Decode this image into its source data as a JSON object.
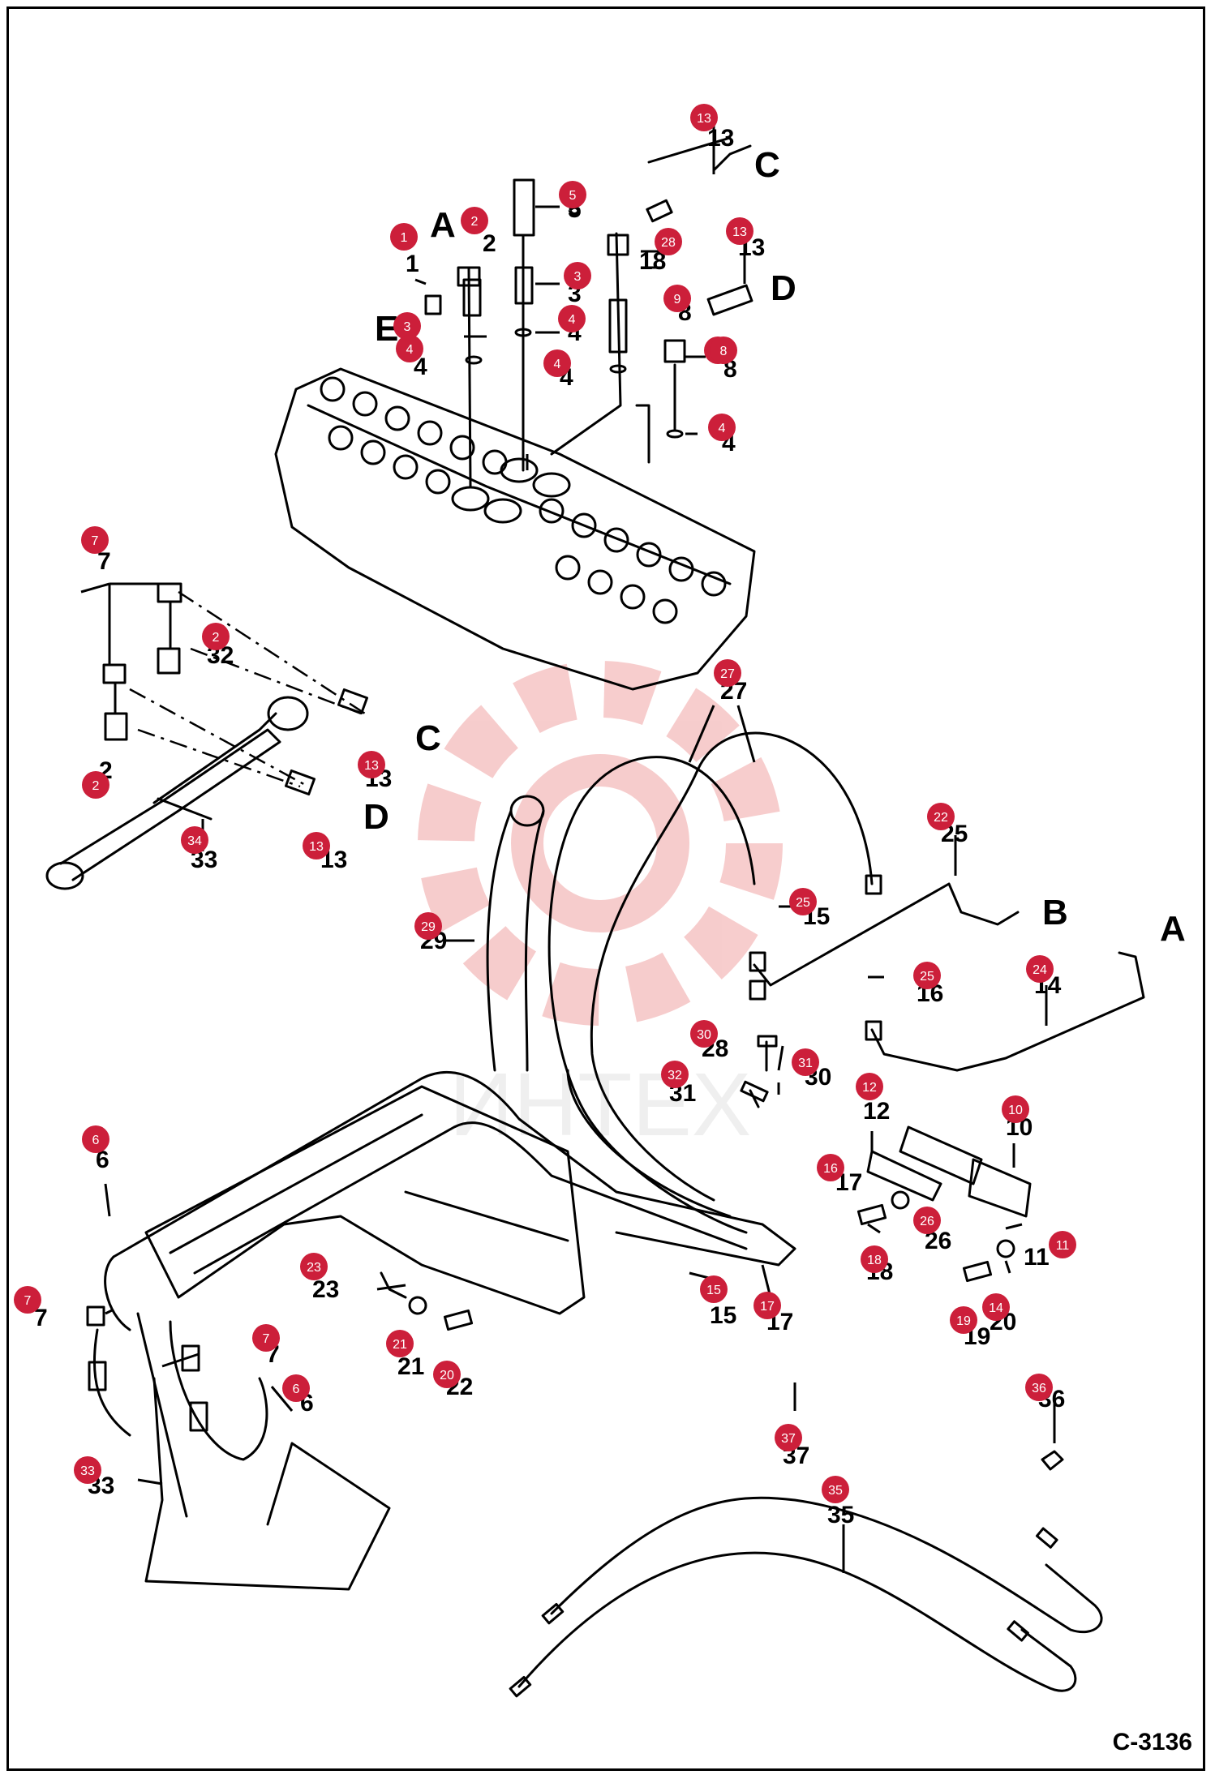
{
  "drawing_number": "C-3136",
  "watermark": {
    "text": "ИНТЕХ",
    "color": "#e87070"
  },
  "colors": {
    "callout": "#cc1f3a",
    "line": "#000000"
  },
  "connection_labels": [
    "A",
    "B",
    "C",
    "D",
    "E"
  ],
  "callouts": [
    {
      "id": "c1",
      "number": "1"
    },
    {
      "id": "c2",
      "number": "2"
    },
    {
      "id": "c3",
      "number": "3"
    },
    {
      "id": "c3b",
      "number": "3"
    },
    {
      "id": "c4",
      "number": "4"
    },
    {
      "id": "c4b",
      "number": "4"
    },
    {
      "id": "c4c",
      "number": "4"
    },
    {
      "id": "c4d",
      "number": "4"
    },
    {
      "id": "c5",
      "number": "5"
    },
    {
      "id": "c6",
      "number": "6"
    },
    {
      "id": "c6b",
      "number": "6"
    },
    {
      "id": "c7",
      "number": "7"
    },
    {
      "id": "c7b",
      "number": "7"
    },
    {
      "id": "c7c",
      "number": "7"
    },
    {
      "id": "c8",
      "number": "8"
    },
    {
      "id": "c9",
      "number": "9"
    },
    {
      "id": "c10",
      "number": "10"
    },
    {
      "id": "c11",
      "number": "11"
    },
    {
      "id": "c12",
      "number": "12"
    },
    {
      "id": "c13",
      "number": "13"
    },
    {
      "id": "c13b",
      "number": "13"
    },
    {
      "id": "c13c",
      "number": "13"
    },
    {
      "id": "c13d",
      "number": "13"
    },
    {
      "id": "c14",
      "number": "14"
    },
    {
      "id": "c15",
      "number": "15"
    },
    {
      "id": "c16",
      "number": "16"
    },
    {
      "id": "c17",
      "number": "17"
    },
    {
      "id": "c18",
      "number": "18"
    },
    {
      "id": "c19",
      "number": "19"
    },
    {
      "id": "c20",
      "number": "20"
    },
    {
      "id": "c21",
      "number": "21"
    },
    {
      "id": "c22",
      "number": "22"
    },
    {
      "id": "c23",
      "number": "23"
    },
    {
      "id": "c24",
      "number": "24"
    },
    {
      "id": "c25",
      "number": "25"
    },
    {
      "id": "c25b",
      "number": "25"
    },
    {
      "id": "c26",
      "number": "26"
    },
    {
      "id": "c27",
      "number": "27"
    },
    {
      "id": "c28",
      "number": "28"
    },
    {
      "id": "c29",
      "number": "29"
    },
    {
      "id": "c30",
      "number": "30"
    },
    {
      "id": "c31",
      "number": "31"
    },
    {
      "id": "c32",
      "number": "32"
    },
    {
      "id": "c2b",
      "number": "2"
    },
    {
      "id": "c2c",
      "number": "2"
    },
    {
      "id": "c33",
      "number": "33"
    },
    {
      "id": "c34",
      "number": "34"
    },
    {
      "id": "c35",
      "number": "35"
    },
    {
      "id": "c36",
      "number": "36"
    },
    {
      "id": "c37",
      "number": "37"
    },
    {
      "id": "c8b",
      "number": "8"
    }
  ]
}
